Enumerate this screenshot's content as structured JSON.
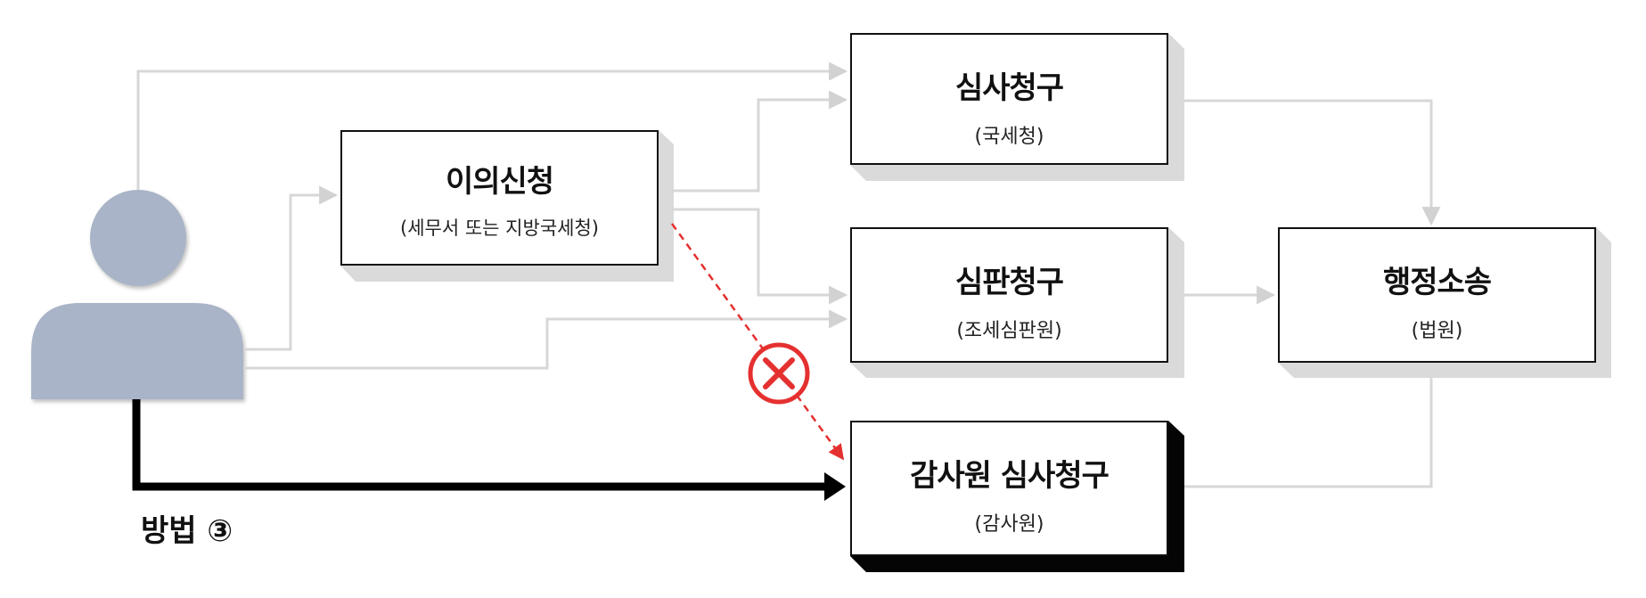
{
  "nodes": {
    "appeal_objection": {
      "title": "이의신청",
      "subtitle": "(세무서 또는 지방국세청)"
    },
    "review_request": {
      "title": "심사청구",
      "subtitle": "(국세청)"
    },
    "adjudication_request": {
      "title": "심판청구",
      "subtitle": "(조세심판원)"
    },
    "administrative_litigation": {
      "title": "행정소송",
      "subtitle": "(법원)"
    },
    "audit_board_review": {
      "title": "감사원 심사청구",
      "subtitle": "(감사원)"
    }
  },
  "method_label": "방법 ③",
  "colors": {
    "person": "#aab4c8",
    "connector": "#d7d7d7",
    "blocked_path": "#e53030",
    "highlight_path": "#000000",
    "box_shadow": "#dadada"
  }
}
